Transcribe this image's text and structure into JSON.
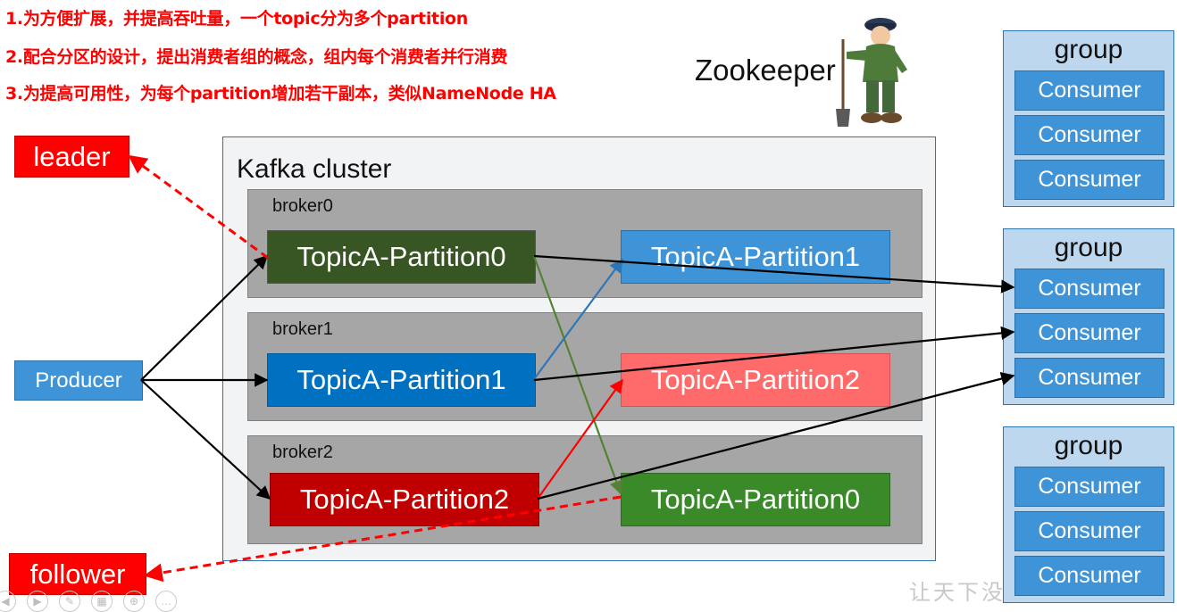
{
  "notes": [
    "1.为方便扩展，并提高吞吐量，一个topic分为多个partition",
    "2.配合分区的设计，提出消费者组的概念，组内每个消费者并行消费",
    "3.为提高可用性，为每个partition增加若干副本，类似NameNode HA"
  ],
  "zookeeper_label": "Zookeeper",
  "leader_label": "leader",
  "follower_label": "follower",
  "producer_label": "Producer",
  "cluster_title": "Kafka cluster",
  "brokers": [
    {
      "name": "broker0",
      "partitions": [
        "TopicA-Partition0",
        "TopicA-Partition1"
      ]
    },
    {
      "name": "broker1",
      "partitions": [
        "TopicA-Partition1",
        "TopicA-Partition2"
      ]
    },
    {
      "name": "broker2",
      "partitions": [
        "TopicA-Partition2",
        "TopicA-Partition0"
      ]
    }
  ],
  "groups": [
    {
      "title": "group",
      "consumers": [
        "Consumer",
        "Consumer",
        "Consumer"
      ]
    },
    {
      "title": "group",
      "consumers": [
        "Consumer",
        "Consumer",
        "Consumer"
      ]
    },
    {
      "title": "group",
      "consumers": [
        "Consumer",
        "Consumer",
        "Consumer"
      ]
    }
  ],
  "colors": {
    "leader_partition0": "#375623",
    "replica_partition0": "#3a8a2a",
    "leader_partition1": "#0070c0",
    "replica_partition1": "#3e94d7",
    "leader_partition2": "#c00000",
    "replica_partition2": "#ff6b6b",
    "annotation_red": "#ff0000"
  },
  "watermark": "让天下没"
}
